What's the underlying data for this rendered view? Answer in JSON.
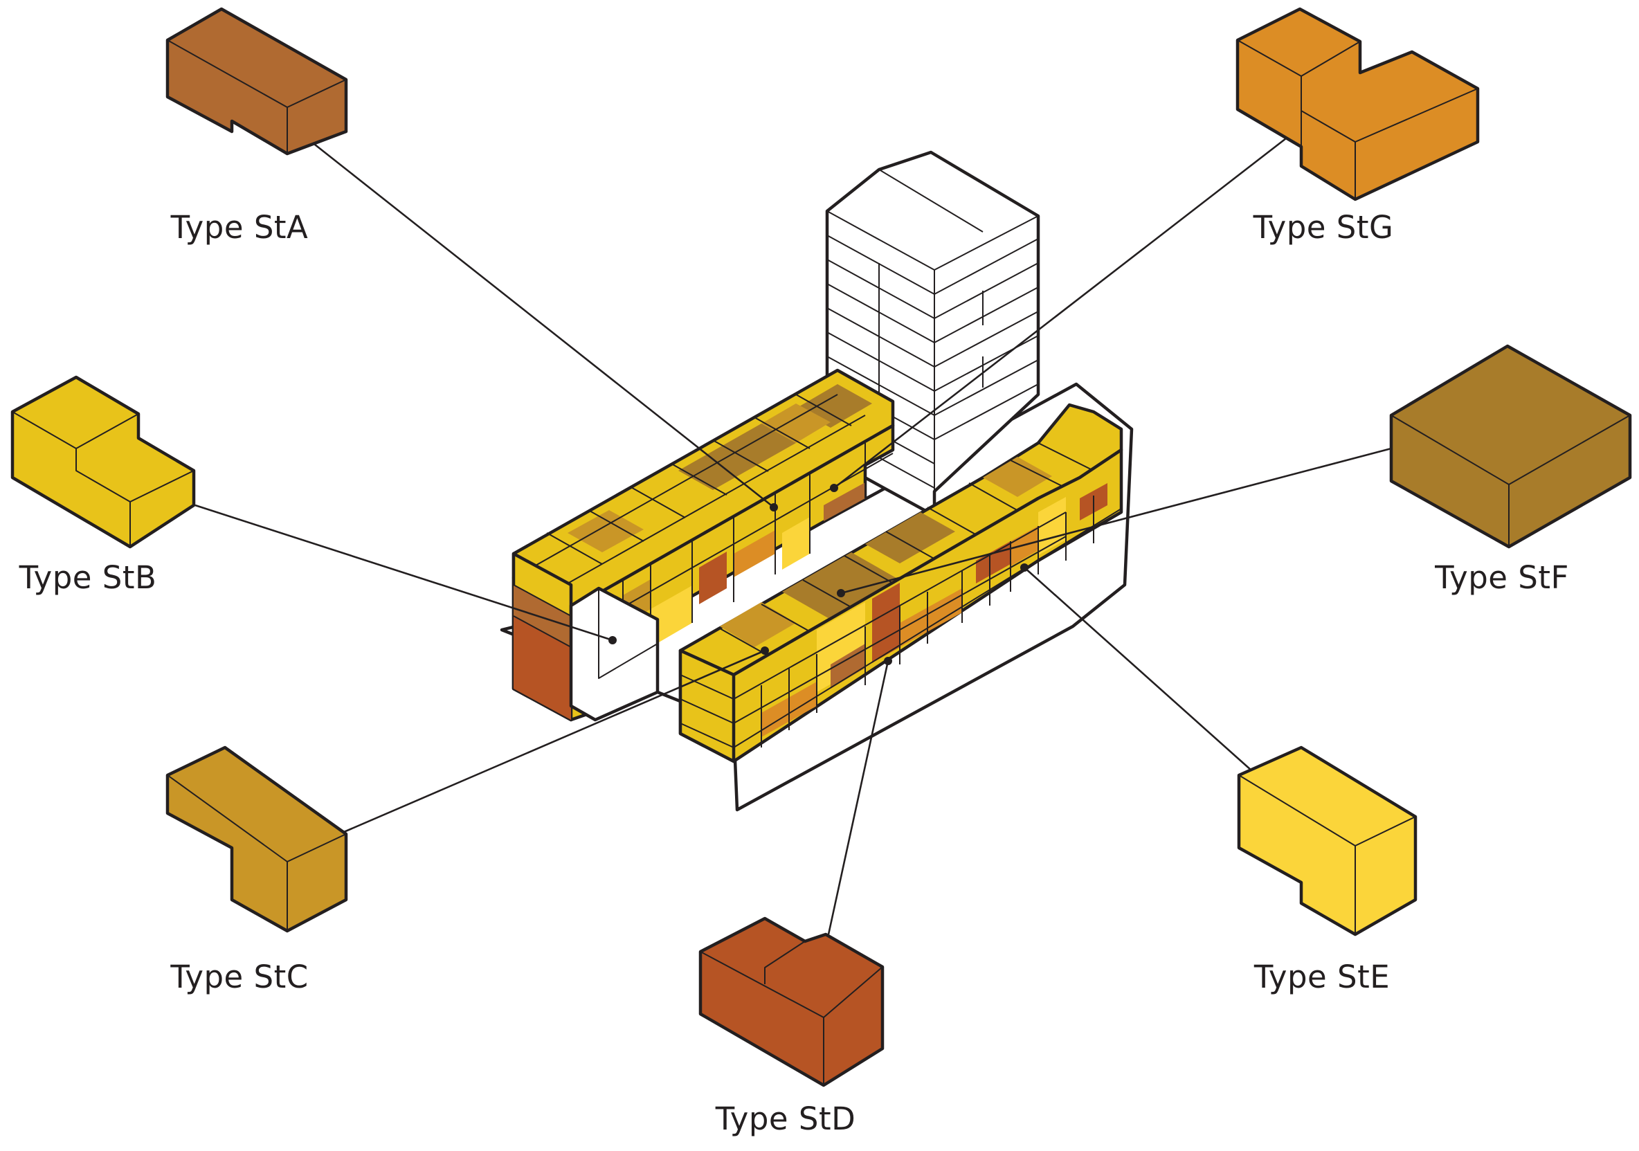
{
  "types": [
    {
      "id": "StA",
      "label": "Type StA",
      "color": "#b06a31",
      "icon": "unit-type-sta-block"
    },
    {
      "id": "StB",
      "label": "Type StB",
      "color": "#e8c31a",
      "icon": "unit-type-stb-block"
    },
    {
      "id": "StC",
      "label": "Type StC",
      "color": "#c99627",
      "icon": "unit-type-stc-block"
    },
    {
      "id": "StD",
      "label": "Type StD",
      "color": "#b65424",
      "icon": "unit-type-std-block"
    },
    {
      "id": "StE",
      "label": "Type StE",
      "color": "#fbd53a",
      "icon": "unit-type-ste-block"
    },
    {
      "id": "StF",
      "label": "Type StF",
      "color": "#a87c2a",
      "icon": "unit-type-stf-block"
    },
    {
      "id": "StG",
      "label": "Type StG",
      "color": "#dc8d25",
      "icon": "unit-type-stg-block"
    }
  ]
}
